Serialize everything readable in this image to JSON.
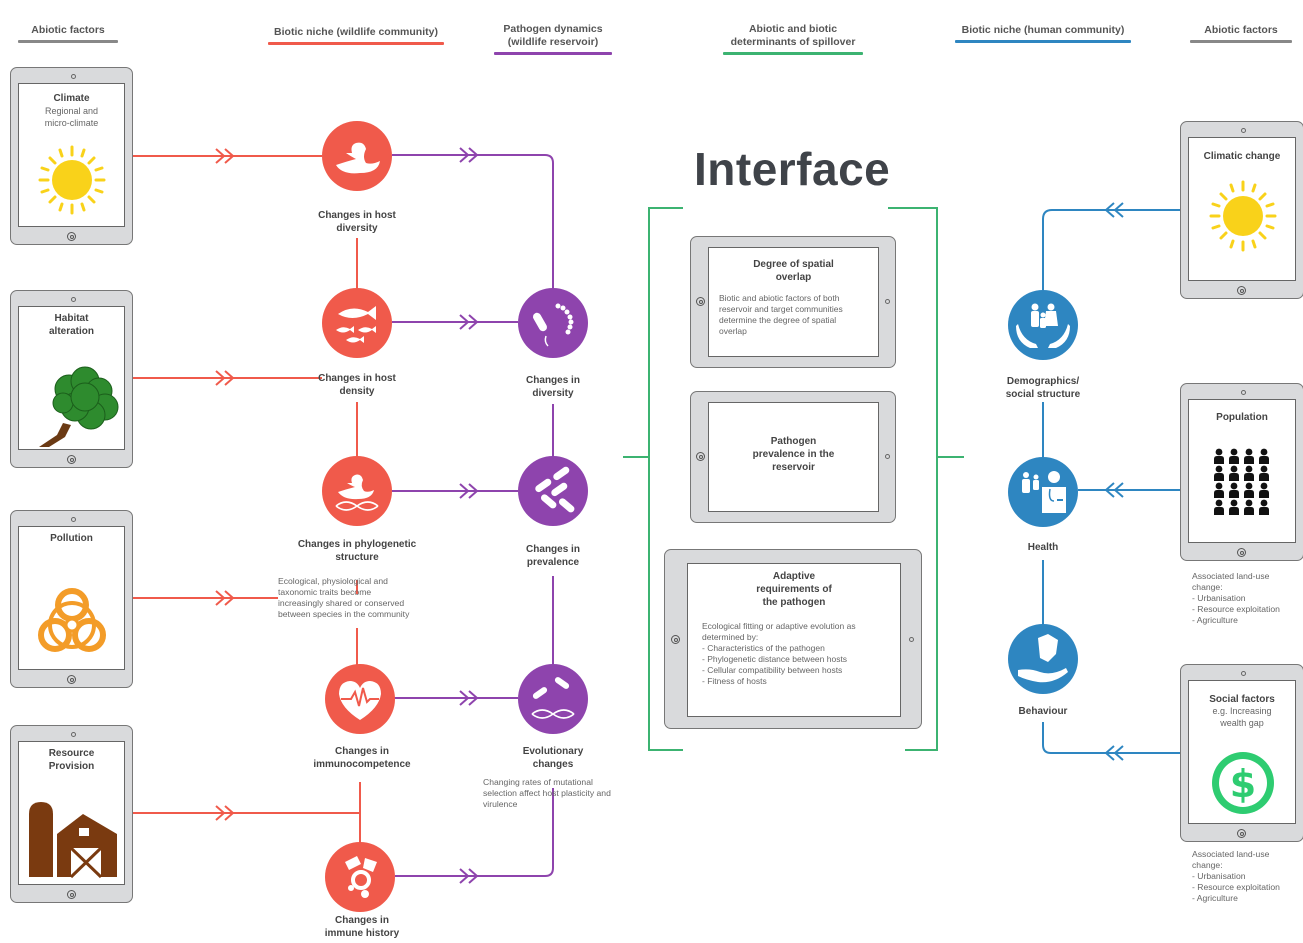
{
  "headers": {
    "abiotic_left": "Abiotic factors",
    "biotic_wildlife": "Biotic niche (wildlife community)",
    "pathogen_dynamics": "Pathogen dynamics\n(wildlife reservoir)",
    "spillover": "Abiotic and biotic\ndeterminants of spillover",
    "biotic_human": "Biotic niche (human community)",
    "abiotic_right": "Abiotic factors"
  },
  "colors": {
    "red": "#f05a4b",
    "purple": "#8e44ad",
    "green": "#3cb371",
    "blue": "#2e86c1",
    "sun": "#f9d21a",
    "tree": "#2e8b2e",
    "trunk": "#6b3a14",
    "biohazard": "#f39c28",
    "barn": "#7a3a10",
    "dollar": "#2ecc71",
    "gray_header": "#888888"
  },
  "left_tablets": {
    "climate_title": "Climate",
    "climate_sub": "Regional and\nmicro-climate",
    "habitat_title": "Habitat\nalteration",
    "pollution_title": "Pollution",
    "resource_title": "Resource\nProvision"
  },
  "wildlife_nodes": {
    "host_diversity": "Changes in host\ndiversity",
    "host_density": "Changes in host\ndensity",
    "phylo": "Changes in phylogenetic\nstructure",
    "phylo_note": "Ecological, physiological and\ntaxonomic traits become\nincreasingly shared or conserved\nbetween species in the community",
    "immuno": "Changes in\nimmunocompetence",
    "immune_history": "Changes in\nimmune history"
  },
  "pathogen_nodes": {
    "diversity": "Changes in\ndiversity",
    "prevalence": "Changes in\nprevalence",
    "evolutionary": "Evolutionary\nchanges",
    "evolutionary_note": "Changing rates of mutational\nselection affect host plasticity and\nvirulence"
  },
  "interface": {
    "title": "Interface",
    "card1_title": "Degree of spatial\noverlap",
    "card1_body": "Biotic and abiotic factors of both\nreservoir and target communities\ndetermine the degree of spatial\noverlap",
    "card2_title": "Pathogen\nprevalence in the\nreservoir",
    "card3_title": "Adaptive\nrequirements of\nthe pathogen",
    "card3_body": "Ecological fitting or adaptive evolution as\ndetermined by:\n- Characteristics of the pathogen\n- Phylogenetic distance between hosts\n- Cellular compatibility between hosts\n- Fitness of hosts"
  },
  "human_nodes": {
    "demographics": "Demographics/\nsocial structure",
    "health": "Health",
    "behaviour": "Behaviour"
  },
  "right_tablets": {
    "climatic_title": "Climatic change",
    "population_title": "Population",
    "population_note": "Associated land-use\nchange:\n- Urbanisation\n- Resource exploitation\n- Agriculture",
    "social_title": "Social factors",
    "social_sub": "e.g. Increasing\nwealth gap",
    "social_note": "Associated land-use\nchange:\n- Urbanisation\n- Resource exploitation\n- Agriculture"
  }
}
